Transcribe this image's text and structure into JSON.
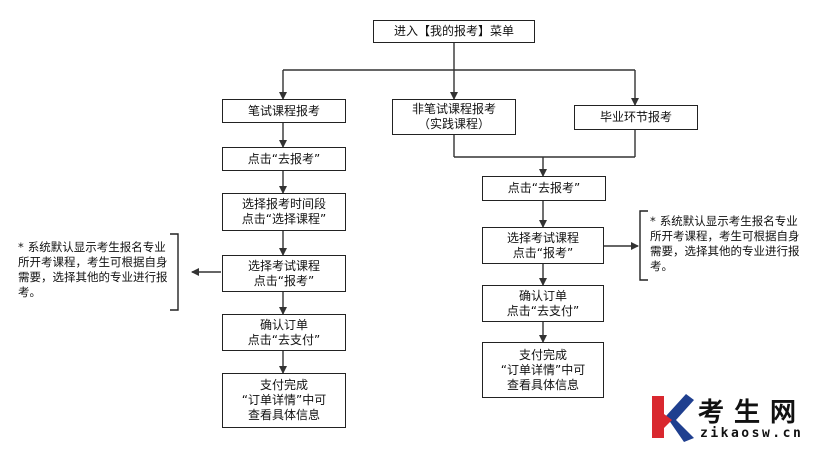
{
  "top": {
    "menu": "进入【我的报考】菜单"
  },
  "left": {
    "title": "笔试课程报考",
    "step1": "点击“去报考”",
    "step2": "选择报考时间段\n点击“选择课程”",
    "step3": "选择考试课程\n点击“报考”",
    "step4": "确认订单\n点击“去支付”",
    "step5": "支付完成\n“订单详情”中可\n查看具体信息",
    "note": "系统默认显示考生报名专业所开考课程，考生可根据自身需要，选择其他的专业进行报考。",
    "note_star": "*"
  },
  "middle": {
    "title": "非笔试课程报考\n（实践课程）"
  },
  "right": {
    "title": "毕业环节报考",
    "step1": "点击“去报考”",
    "step2": "选择考试课程\n点击“报考”",
    "step3": "确认订单\n点击“去支付”",
    "step4": "支付完成\n“订单详情”中可\n查看具体信息",
    "note": "系统默认显示考生报名专业所开考课程，考生可根据自身需要，选择其他的专业进行报考。",
    "note_star": "*"
  },
  "watermark": {
    "brand": "考生网",
    "url": "zikaosw.cn",
    "colors": {
      "k_red": "#d9282f",
      "k_blue": "#1f3f8f"
    }
  }
}
